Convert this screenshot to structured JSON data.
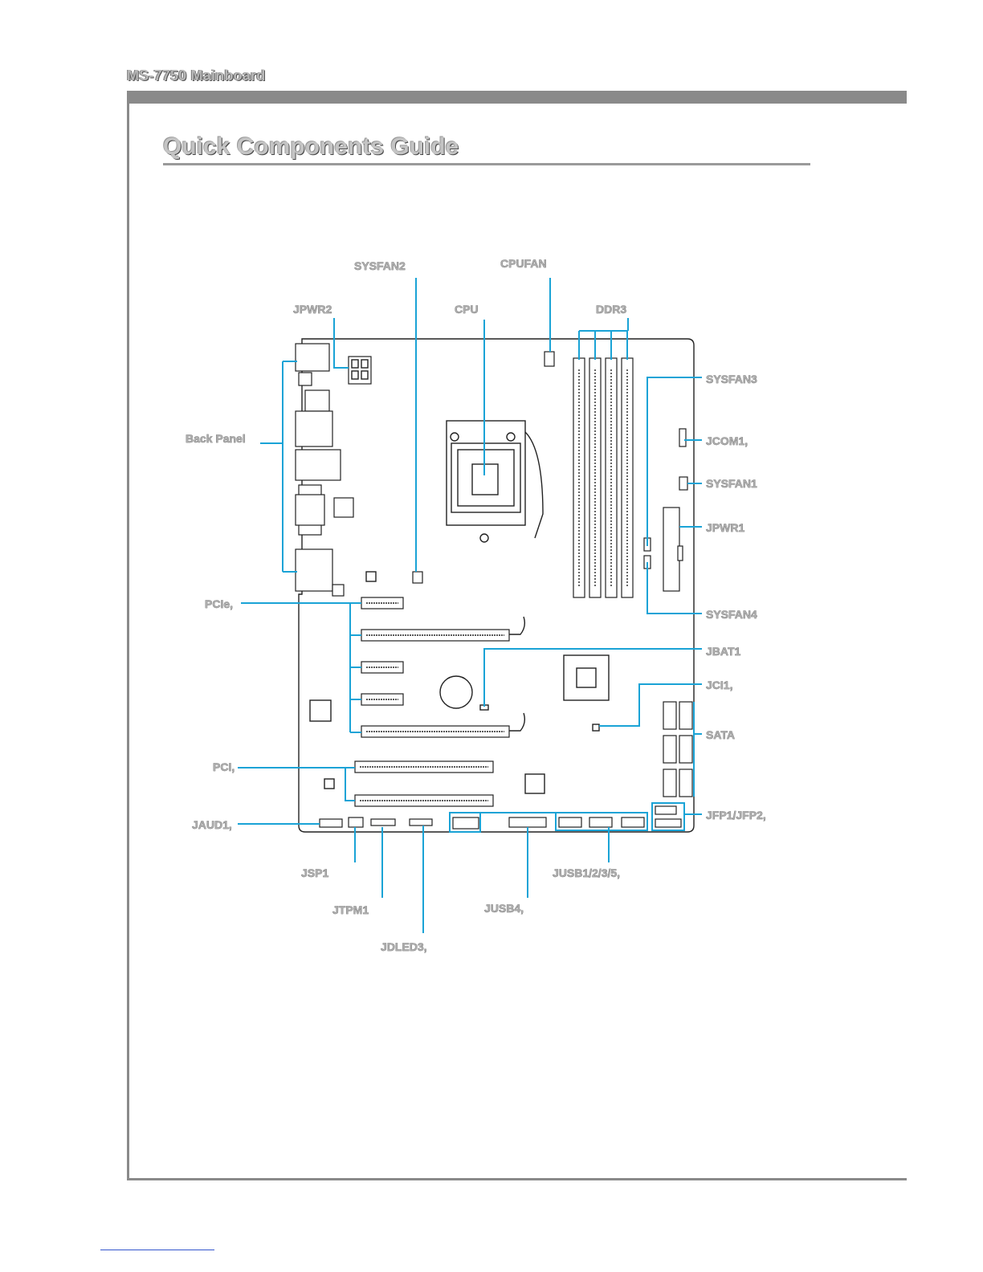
{
  "header": {
    "model": "MS-7750 Mainboard"
  },
  "page_title": "Quick Components Guide",
  "labels": {
    "sysfan2": "SYSFAN2",
    "cpufan": "CPUFAN",
    "jpwr2": "JPWR2",
    "cpu": "CPU",
    "ddr3": "DDR3",
    "sysfan3": "SYSFAN3",
    "back_panel": "Back Panel",
    "jcom1": "JCOM1,",
    "sysfan1": "SYSFAN1",
    "jpwr1": "JPWR1",
    "pcie": "PCIe,",
    "sysfan4": "SYSFAN4",
    "jbat1": "JBAT1",
    "jci1": "JCI1,",
    "sata": "SATA",
    "pci": "PCI,",
    "jaud1": "JAUD1,",
    "jfp": "JFP1/JFP2,",
    "jsp1": "JSP1",
    "jusb1235": "JUSB1/2/3/5,",
    "jtpm1": "JTPM1",
    "jusb4": "JUSB4,",
    "jdled3": "JDLED3,"
  },
  "colors": {
    "leader_line": "#1aa3d6",
    "header_bar": "#8a8a8a",
    "label_text": "#aeaeae"
  }
}
